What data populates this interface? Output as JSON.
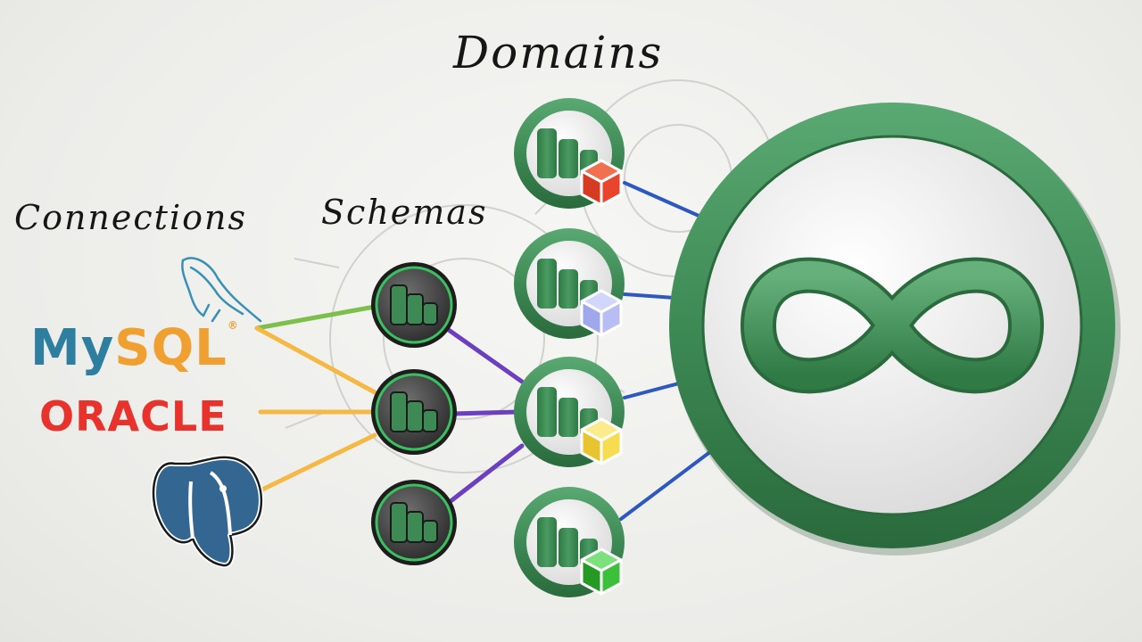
{
  "labels": {
    "domains": "Domains",
    "connections": "Connections",
    "schemas": "Schemas"
  },
  "connections": {
    "mysql_my": "My",
    "mysql_sql": "SQL",
    "mysql_reg": "®",
    "oracle": "ORACLE",
    "postgres_icon": "postgresql-elephant-icon",
    "mysql_icon": "mysql-dolphin-icon"
  },
  "domains": [
    {
      "cube_color": "#e8452c",
      "cube_name": "red-cube-icon"
    },
    {
      "cube_color": "#b8bef4",
      "cube_name": "lavender-cube-icon"
    },
    {
      "cube_color": "#f8dc50",
      "cube_name": "yellow-cube-icon"
    },
    {
      "cube_color": "#3cc03c",
      "cube_name": "green-cube-icon"
    }
  ],
  "hub_icon": "infinity-icon",
  "colors": {
    "green_ring": "#3d8a55",
    "green_dark": "#2a6a3c",
    "link_green": "#7cbf4a",
    "link_orange": "#f5b845",
    "link_purple": "#6b3fbf",
    "link_blue": "#2c58c0"
  }
}
